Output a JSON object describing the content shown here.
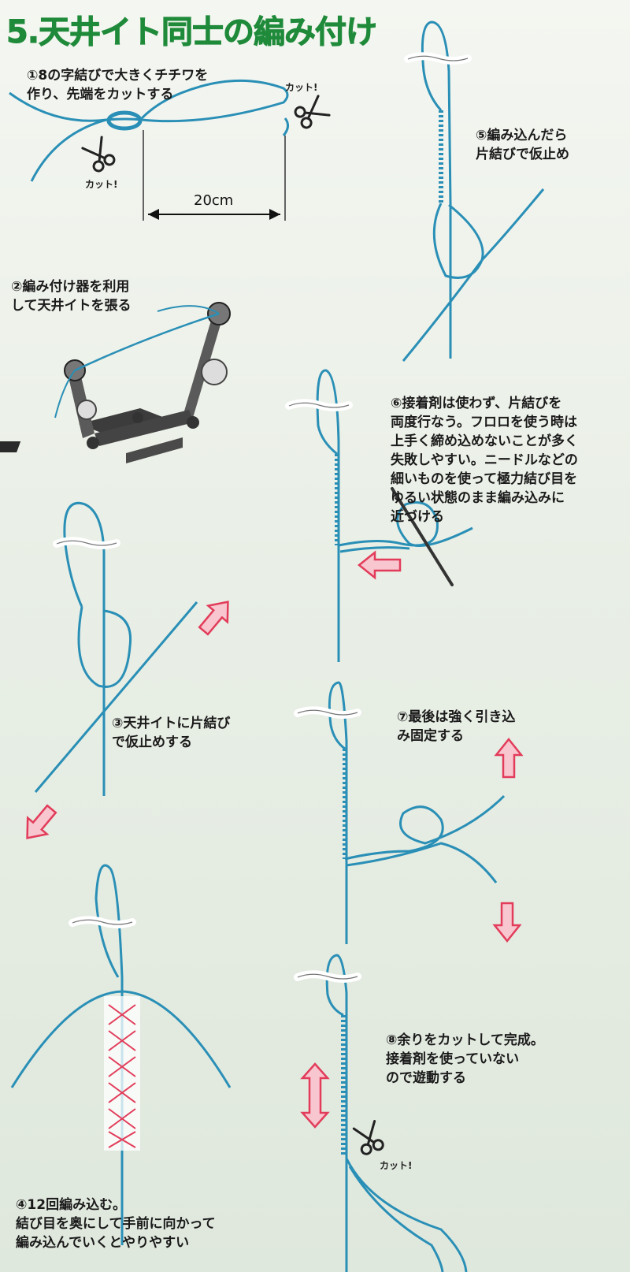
{
  "title": "5.天井イト同士の編み付け",
  "labels": {
    "cut": "カット!",
    "dimension": "20cm"
  },
  "steps": [
    {
      "num": "①",
      "text": "8の字結びで大きくチチワを\n作り、先端をカットする"
    },
    {
      "num": "②",
      "text": "編み付け器を利用\nして天井イトを張る"
    },
    {
      "num": "③",
      "text": "天井イトに片結び\nで仮止めする"
    },
    {
      "num": "④",
      "text": "12回編み込む。\n結び目を奥にして手前に向かって\n編み込んでいくとやりやすい"
    },
    {
      "num": "⑤",
      "text": "編み込んだら\n片結びで仮止め"
    },
    {
      "num": "⑥",
      "text": "接着剤は使わず、片結びを\n両度行なう。フロロを使う時は\n上手く締め込めないことが多く\n失敗しやすい。ニードルなどの\n細いものを使って極力結び目を\nゆるい状態のまま編み込みに\n近づける"
    },
    {
      "num": "⑦",
      "text": "最後は強く引き込\nみ固定する"
    },
    {
      "num": "⑧",
      "text": "余りをカットして完成。\n接着剤を使っていない\nので遊動する"
    }
  ],
  "colors": {
    "title": "#1f8a3a",
    "line": "#2a8fb6",
    "arrow_fill": "#f7c6cf",
    "arrow_stroke": "#e23c5a",
    "background": "#e9efe6"
  }
}
